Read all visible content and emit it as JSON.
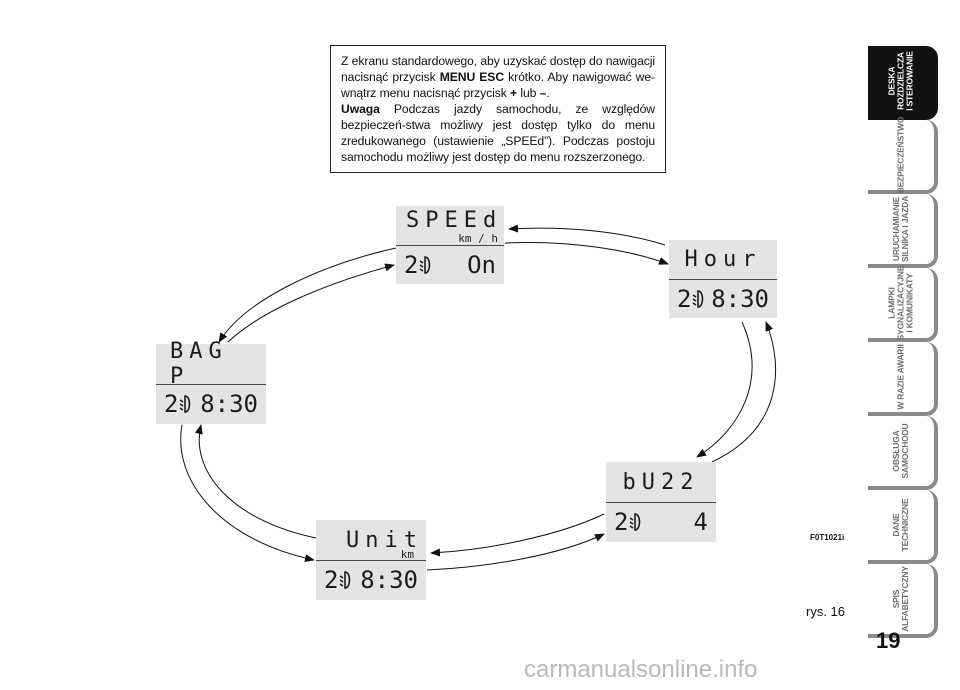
{
  "note": {
    "p1_a": "Z ekranu standardowego, aby uzyskać dostęp do nawigacji nacisnąć przycisk ",
    "p1_key": "MENU ESC",
    "p1_b": " krótko. Aby nawigować we-wnątrz menu nacisnąć przycisk ",
    "p1_plus": "+",
    "p1_c": " lub ",
    "p1_minus": "–",
    "p1_d": ".",
    "warn_label": "Uwaga",
    "warn_text": " Podczas jazdy samochodu, ze względów bezpieczeń-stwa możliwy jest dostęp tylko do menu zredukowanego (ustawienie „SPEEd”). Podczas postoju samochodu możliwy jest dostęp do menu rozszerzonego."
  },
  "displays": {
    "speed": {
      "title": "SPEEd",
      "unit": "km / h",
      "digit": "2",
      "value": "On"
    },
    "hour": {
      "title": "Hour",
      "digit": "2",
      "value": "8:30"
    },
    "bag": {
      "title": "BAG P",
      "digit": "2",
      "value": "8:30"
    },
    "buzz": {
      "title": "bU22",
      "digit": "2",
      "value": "4"
    },
    "unit": {
      "title": "Unit",
      "unit": "km",
      "digit": "2",
      "value": "8:30"
    }
  },
  "tabs": [
    {
      "label": "DESKA\nROZDZIELCZA\nI STEROWANIE",
      "active": true
    },
    {
      "label": "BEZPIECZEŃSTWO",
      "active": false
    },
    {
      "label": "URUCHAMIANIE\nSILNIKA I JAZDA",
      "active": false
    },
    {
      "label": "LAMPKI\nSYGNALIZACYJNE\nI KOMUNIKATY",
      "active": false
    },
    {
      "label": "W RAZIE AWARII",
      "active": false
    },
    {
      "label": "OBSŁUGA\nSAMOCHODU",
      "active": false
    },
    {
      "label": "DANE\nTECHNICZNE",
      "active": false
    },
    {
      "label": "SPIS\nALFABETYCZNY",
      "active": false
    }
  ],
  "figure": {
    "code": "F0T1021i",
    "label": "rys. 16"
  },
  "page_number": "19",
  "watermark": "carmanualsonline.info",
  "colors": {
    "lcd_bg": "#e4e4e4",
    "tab_active": "#111111",
    "tab_border": "#8a8a8a"
  }
}
